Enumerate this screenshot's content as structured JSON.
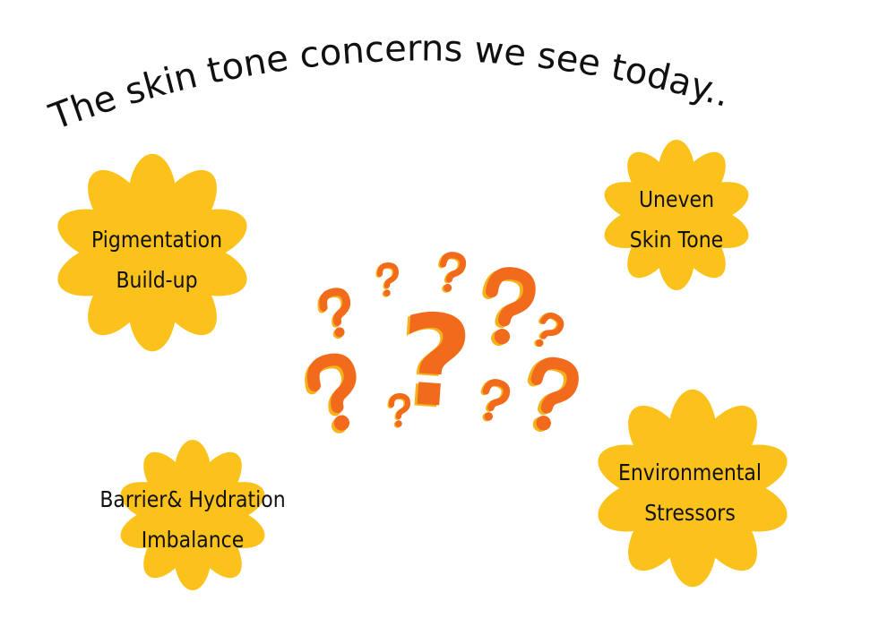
{
  "title": "The skin tone concerns we see today..",
  "colors": {
    "flower": "#fcc21c",
    "question": "#f26a1b",
    "question_shadow": "#f5b21a"
  },
  "flowers": [
    {
      "line1": "Pigmentation",
      "line2": "Build-up"
    },
    {
      "line1": "Uneven",
      "line2": "Skin Tone"
    },
    {
      "line1": "Barrier& Hydration",
      "line2": "Imbalance"
    },
    {
      "line1": "Environmental",
      "line2": "Stressors"
    }
  ],
  "question_mark": "?"
}
